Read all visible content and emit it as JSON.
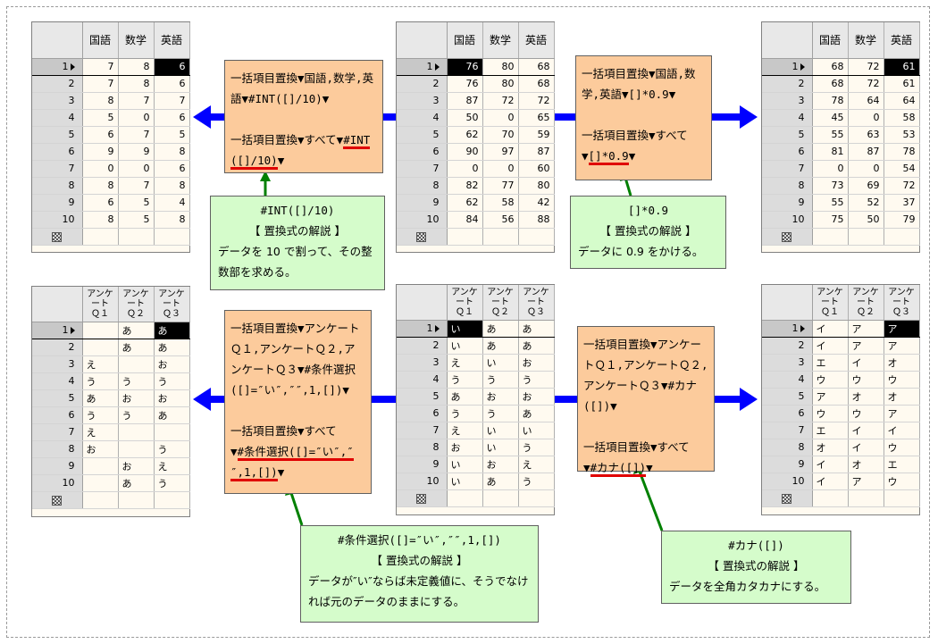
{
  "top": {
    "source": {
      "headers": [
        "国語",
        "数学",
        "英語"
      ],
      "rows": [
        [
          "1",
          "76",
          "80",
          "68"
        ],
        [
          "2",
          "76",
          "80",
          "68"
        ],
        [
          "3",
          "87",
          "72",
          "72"
        ],
        [
          "4",
          "50",
          "0",
          "65"
        ],
        [
          "5",
          "62",
          "70",
          "59"
        ],
        [
          "6",
          "90",
          "97",
          "87"
        ],
        [
          "7",
          "0",
          "0",
          "60"
        ],
        [
          "8",
          "82",
          "77",
          "80"
        ],
        [
          "9",
          "62",
          "58",
          "42"
        ],
        [
          "10",
          "84",
          "56",
          "88"
        ]
      ]
    },
    "left_result": {
      "headers": [
        "国語",
        "数学",
        "英語"
      ],
      "rows": [
        [
          "1",
          "7",
          "8",
          "6"
        ],
        [
          "2",
          "7",
          "8",
          "6"
        ],
        [
          "3",
          "8",
          "7",
          "7"
        ],
        [
          "4",
          "5",
          "0",
          "6"
        ],
        [
          "5",
          "6",
          "7",
          "5"
        ],
        [
          "6",
          "9",
          "9",
          "8"
        ],
        [
          "7",
          "0",
          "0",
          "6"
        ],
        [
          "8",
          "8",
          "7",
          "8"
        ],
        [
          "9",
          "6",
          "5",
          "4"
        ],
        [
          "10",
          "8",
          "5",
          "8"
        ]
      ]
    },
    "right_result": {
      "headers": [
        "国語",
        "数学",
        "英語"
      ],
      "rows": [
        [
          "1",
          "68",
          "72",
          "61"
        ],
        [
          "2",
          "68",
          "72",
          "61"
        ],
        [
          "3",
          "78",
          "64",
          "64"
        ],
        [
          "4",
          "45",
          "0",
          "58"
        ],
        [
          "5",
          "55",
          "63",
          "53"
        ],
        [
          "6",
          "81",
          "87",
          "78"
        ],
        [
          "7",
          "0",
          "0",
          "54"
        ],
        [
          "8",
          "73",
          "69",
          "72"
        ],
        [
          "9",
          "55",
          "52",
          "37"
        ],
        [
          "10",
          "75",
          "50",
          "79"
        ]
      ]
    },
    "left_cmd": {
      "line1": "一括項目置換▼国語,数学,英語▼#INT([]/10)▼",
      "line2": "一括項目置換▼すべて▼",
      "underlined": "#INT([]/10)",
      "tail": "▼"
    },
    "left_note": {
      "title": "#INT([]/10)",
      "heading": "【 置換式の解説 】",
      "body": "データを 10 で割って、その整数部を求める。"
    },
    "right_cmd": {
      "line1": "一括項目置換▼国語,数学,英語▼[]*0.9▼",
      "line2": "一括項目置換▼すべて",
      "lead": "▼",
      "underlined": "[]*0.9",
      "tail": "▼"
    },
    "right_note": {
      "title": "[]*0.9",
      "heading": "【 置換式の解説 】",
      "body": "データに 0.9 をかける。"
    }
  },
  "bottom": {
    "source": {
      "headers": [
        "アンケート\nＱ１",
        "アンケート\nＱ２",
        "アンケート\nＱ３"
      ],
      "rows": [
        [
          "1",
          "い",
          "あ",
          "あ"
        ],
        [
          "2",
          "い",
          "あ",
          "あ"
        ],
        [
          "3",
          "え",
          "い",
          "お"
        ],
        [
          "4",
          "う",
          "う",
          "う"
        ],
        [
          "5",
          "あ",
          "お",
          "お"
        ],
        [
          "6",
          "う",
          "う",
          "あ"
        ],
        [
          "7",
          "え",
          "い",
          "い"
        ],
        [
          "8",
          "お",
          "い",
          "う"
        ],
        [
          "9",
          "い",
          "お",
          "え"
        ],
        [
          "10",
          "い",
          "あ",
          "う"
        ]
      ]
    },
    "left_result": {
      "headers": [
        "アンケート\nＱ１",
        "アンケート\nＱ２",
        "アンケート\nＱ３"
      ],
      "rows": [
        [
          "1",
          "",
          "あ",
          "あ"
        ],
        [
          "2",
          "",
          "あ",
          "あ"
        ],
        [
          "3",
          "え",
          "",
          "お"
        ],
        [
          "4",
          "う",
          "う",
          "う"
        ],
        [
          "5",
          "あ",
          "お",
          "お"
        ],
        [
          "6",
          "う",
          "う",
          "あ"
        ],
        [
          "7",
          "え",
          "",
          ""
        ],
        [
          "8",
          "お",
          "",
          "う"
        ],
        [
          "9",
          "",
          "お",
          "え"
        ],
        [
          "10",
          "",
          "あ",
          "う"
        ]
      ]
    },
    "right_result": {
      "headers": [
        "アンケート\nＱ１",
        "アンケート\nＱ２",
        "アンケート\nＱ３"
      ],
      "rows": [
        [
          "1",
          "イ",
          "ア",
          "ア"
        ],
        [
          "2",
          "イ",
          "ア",
          "ア"
        ],
        [
          "3",
          "エ",
          "イ",
          "オ"
        ],
        [
          "4",
          "ウ",
          "ウ",
          "ウ"
        ],
        [
          "5",
          "ア",
          "オ",
          "オ"
        ],
        [
          "6",
          "ウ",
          "ウ",
          "ア"
        ],
        [
          "7",
          "エ",
          "イ",
          "イ"
        ],
        [
          "8",
          "オ",
          "イ",
          "ウ"
        ],
        [
          "9",
          "イ",
          "オ",
          "エ"
        ],
        [
          "10",
          "イ",
          "ア",
          "ウ"
        ]
      ]
    },
    "left_cmd": {
      "line1": "一括項目置換▼アンケートＱ１,アンケートＱ２,アンケートＱ３▼#条件選択([]=″い″,″″,1,[])▼",
      "line2": "一括項目置換▼すべて",
      "lead": "▼",
      "underlined": "#条件選択([]=″い″,″″,1,[])",
      "tail": "▼"
    },
    "left_note": {
      "title": "#条件選択([]=″い″,″″,1,[])",
      "heading": "【 置換式の解説 】",
      "body": "データが″い″ならば未定義値に、そうでなければ元のデータのままにする。"
    },
    "right_cmd": {
      "line1": "一括項目置換▼アンケートＱ１,アンケートＱ２,アンケートＱ３▼#カナ([])▼",
      "line2": "一括項目置換▼すべて",
      "lead": "▼",
      "underlined": "#カナ([])",
      "tail": "▼"
    },
    "right_note": {
      "title": "#カナ([])",
      "heading": "【 置換式の解説 】",
      "body": "データを全角カタカナにする。"
    }
  },
  "colors": {
    "arrow_blue": "#0000ff",
    "pointer_green": "#008000",
    "underline_red": "#e00000",
    "cmd_box": "#fccb9c",
    "note_box": "#d5fccb"
  }
}
